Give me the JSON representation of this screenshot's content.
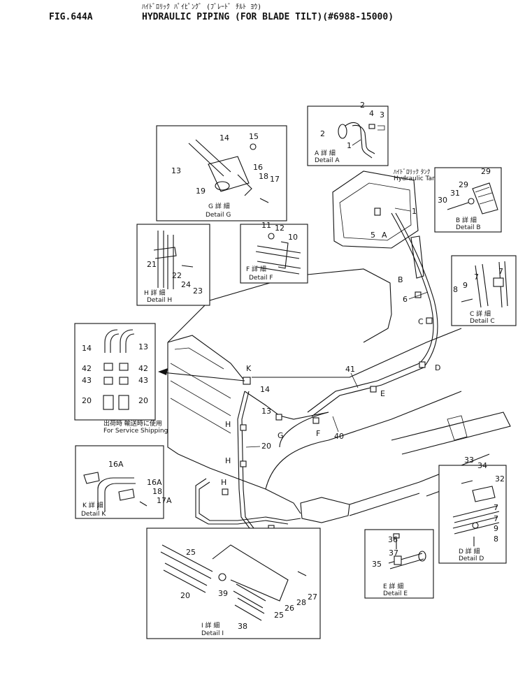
{
  "header": {
    "fig_number": "FIG.644A",
    "title": "HYDRAULIC PIPING (FOR BLADE TILT)(#6988-15000)",
    "title_jp": "ﾊｲﾄﾞﾛﾘｯｸ ﾊﾟｲﾋﾟﾝｸﾞ (ﾌﾞﾚｰﾄﾞ ﾁﾙﾄ ﾖｳ)"
  },
  "details": {
    "a": {
      "jp": "A 詳 細",
      "en": "Detail A",
      "parts": [
        "2",
        "2",
        "4",
        "3",
        "1"
      ]
    },
    "b": {
      "jp": "B 詳 細",
      "en": "Detail B",
      "parts": [
        "29",
        "29",
        "31",
        "30"
      ]
    },
    "c": {
      "jp": "C 詳 細",
      "en": "Detail C",
      "parts": [
        "7",
        "7",
        "9",
        "8"
      ]
    },
    "d": {
      "jp": "D 詳 細",
      "en": "Detail D",
      "parts": [
        "33",
        "34",
        "32",
        "7",
        "7",
        "9",
        "8"
      ]
    },
    "e": {
      "jp": "E 詳 細",
      "en": "Detail E",
      "parts": [
        "36",
        "37",
        "35"
      ]
    },
    "f": {
      "jp": "F 詳 細",
      "en": "Detail F",
      "parts": [
        "11",
        "12",
        "10"
      ]
    },
    "g": {
      "jp": "G 詳 細",
      "en": "Detail G",
      "parts": [
        "14",
        "15",
        "13",
        "16",
        "18",
        "17",
        "19"
      ]
    },
    "h": {
      "jp": "H 詳 細",
      "en": "Detail H",
      "parts": [
        "21",
        "22",
        "24",
        "23"
      ]
    },
    "i": {
      "jp": "I 詳 細",
      "en": "Detail I",
      "parts": [
        "25",
        "20",
        "39",
        "25",
        "26",
        "28",
        "27",
        "38"
      ]
    },
    "k": {
      "jp": "K 詳 細",
      "en": "Detail K",
      "parts": [
        "16A",
        "16A",
        "18",
        "17A"
      ]
    }
  },
  "shipping": {
    "parts": [
      "14",
      "13",
      "42",
      "42",
      "43",
      "43",
      "20",
      "20"
    ],
    "jp": "出荷時 輸送時に使用",
    "en": "For Service Shipping"
  },
  "tank": {
    "jp": "ﾊｲﾄﾞﾛﾘｯｸ ﾀﾝｸ",
    "en": "Hydraulic Tank"
  },
  "main": {
    "letters": [
      "A",
      "B",
      "C",
      "D",
      "E",
      "F",
      "G",
      "H",
      "H",
      "H",
      "H",
      "K"
    ],
    "parts": [
      "1",
      "5",
      "6",
      "41",
      "40",
      "14",
      "13",
      "20",
      "38"
    ]
  }
}
